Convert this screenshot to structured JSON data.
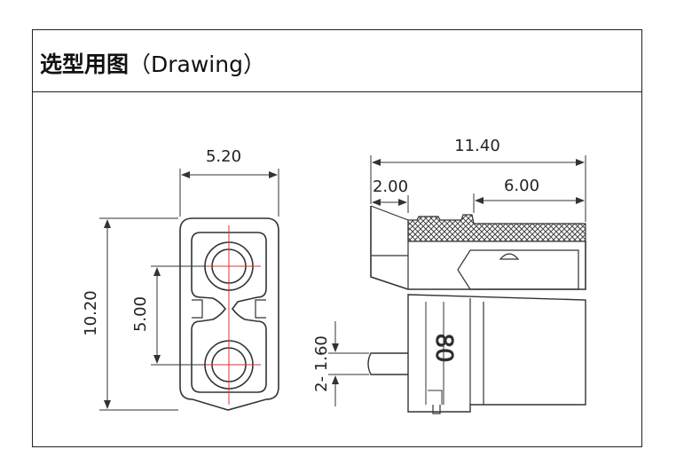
{
  "header": {
    "title_cn": "选型用图",
    "title_en": "（Drawing）"
  },
  "front_view": {
    "width_dim": "5.20",
    "height_dim": "10.20",
    "pin_pitch_dim": "5.00"
  },
  "side_view": {
    "length_dim": "11.40",
    "flange_dim": "2.00",
    "sleeve_dim": "6.00",
    "pin_dia_dim": "2- 1.60",
    "engraving": "80"
  },
  "colors": {
    "line": "#333333",
    "centerline": "#e53030"
  }
}
